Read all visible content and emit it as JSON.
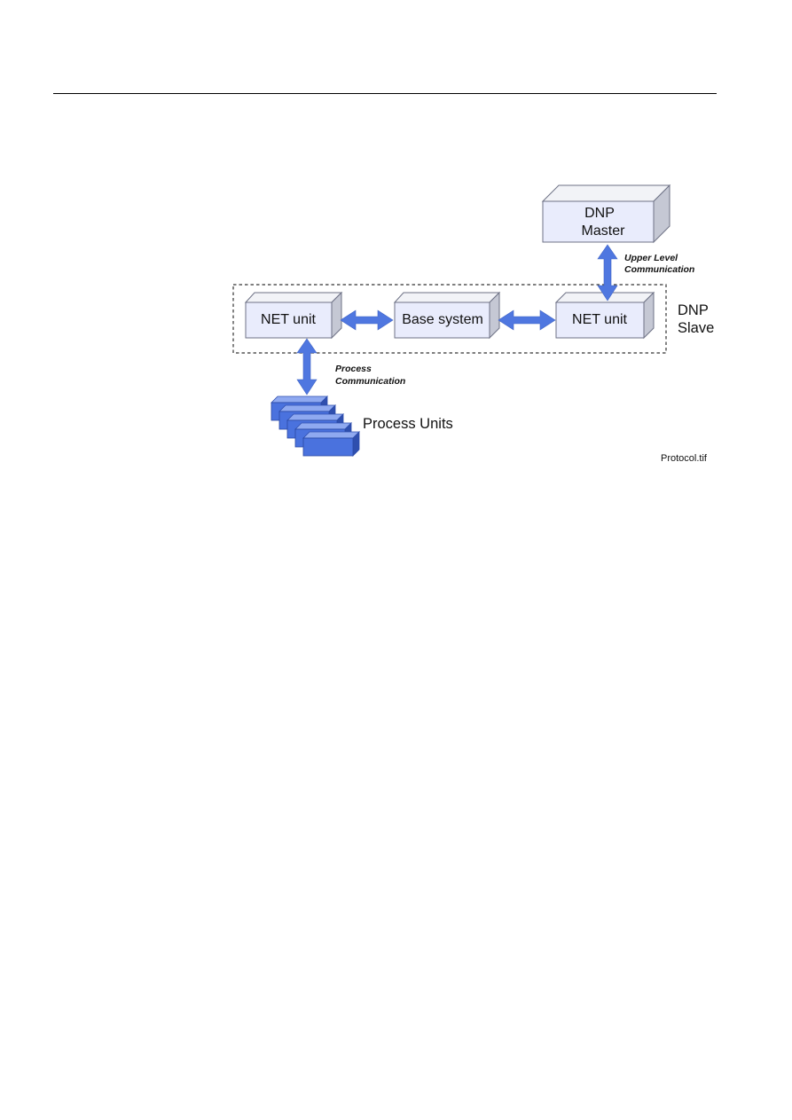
{
  "diagram": {
    "nodes": {
      "dnp_master": {
        "line1": "DNP",
        "line2": "Master"
      },
      "net_unit_left": {
        "label": "NET unit"
      },
      "base_system": {
        "label": "Base system"
      },
      "net_unit_right": {
        "label": "NET unit"
      },
      "process_units": {
        "label": "Process Units",
        "stack_count": 5
      }
    },
    "groups": {
      "dnp_slave": {
        "line1": "DNP",
        "line2": "Slave"
      }
    },
    "connections": {
      "upper_level": {
        "line1": "Upper Level",
        "line2": "Communication"
      },
      "process": {
        "line1": "Process",
        "line2": "Communication"
      },
      "net_left_to_base": {
        "direction": "bidirectional"
      },
      "base_to_net_right": {
        "direction": "bidirectional"
      }
    },
    "caption": "Protocol.tif"
  },
  "colors": {
    "arrow": "#4f77e0",
    "box_face": "#e9ecfc",
    "box_side": "#c5c8d4",
    "box_top": "#f2f3f7",
    "box_border": "#6e7286",
    "process_face": "#4a72de",
    "process_side": "#2f4fae",
    "process_top": "#8fa9f0",
    "dashed_border": "#333333",
    "rule": "#000000"
  }
}
